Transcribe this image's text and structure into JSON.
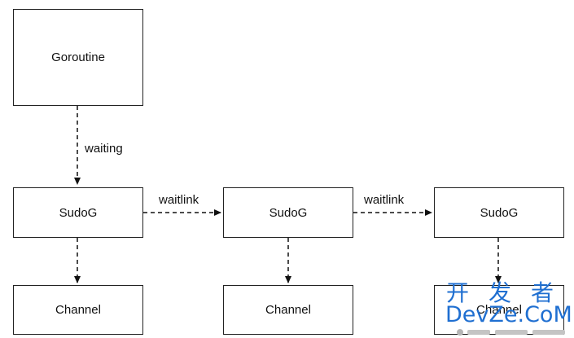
{
  "diagram": {
    "nodes": {
      "goroutine": "Goroutine",
      "sudog_1": "SudoG",
      "sudog_2": "SudoG",
      "sudog_3": "SudoG",
      "channel_1": "Channel",
      "channel_2": "Channel",
      "channel_3": "Channel"
    },
    "edge_labels": {
      "waiting": "waiting",
      "waitlink_1": "waitlink",
      "waitlink_2": "waitlink"
    }
  },
  "watermark": {
    "chinese": "开发者",
    "latin": "DevZe.CoM"
  },
  "colors": {
    "line": "#222222",
    "watermark": "#1f6fd1"
  }
}
